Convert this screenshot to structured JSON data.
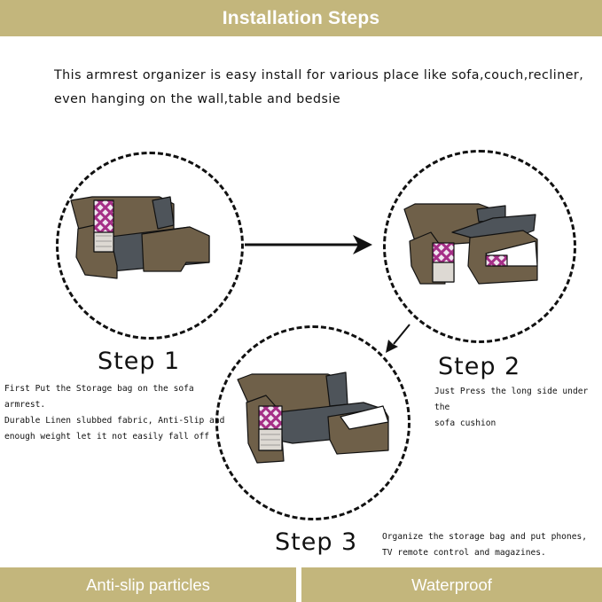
{
  "header": {
    "title": "Installation Steps"
  },
  "intro": {
    "line1": "This armrest organizer is easy install for various place like sofa,couch,recliner,",
    "line2": "even hanging on the wall,table and bedsie"
  },
  "steps": [
    {
      "title": "Step 1",
      "desc": [
        "First Put the Storage bag on the sofa armrest.",
        "Durable Linen slubbed fabric, Anti-Slip and",
        "enough weight let it not easily fall off"
      ]
    },
    {
      "title": "Step 2",
      "desc": [
        "Just Press the long side under the",
        "sofa cushion"
      ]
    },
    {
      "title": "Step 3",
      "desc": [
        "Organize the storage bag and put phones,",
        "TV remote control and magazines."
      ]
    }
  ],
  "footer": {
    "left": "Anti-slip particles",
    "right": "Waterproof"
  },
  "colors": {
    "band": "#c3b67c",
    "sofa": "#6f6049",
    "cushion": "#4e545a",
    "bag": "#a52f87"
  }
}
